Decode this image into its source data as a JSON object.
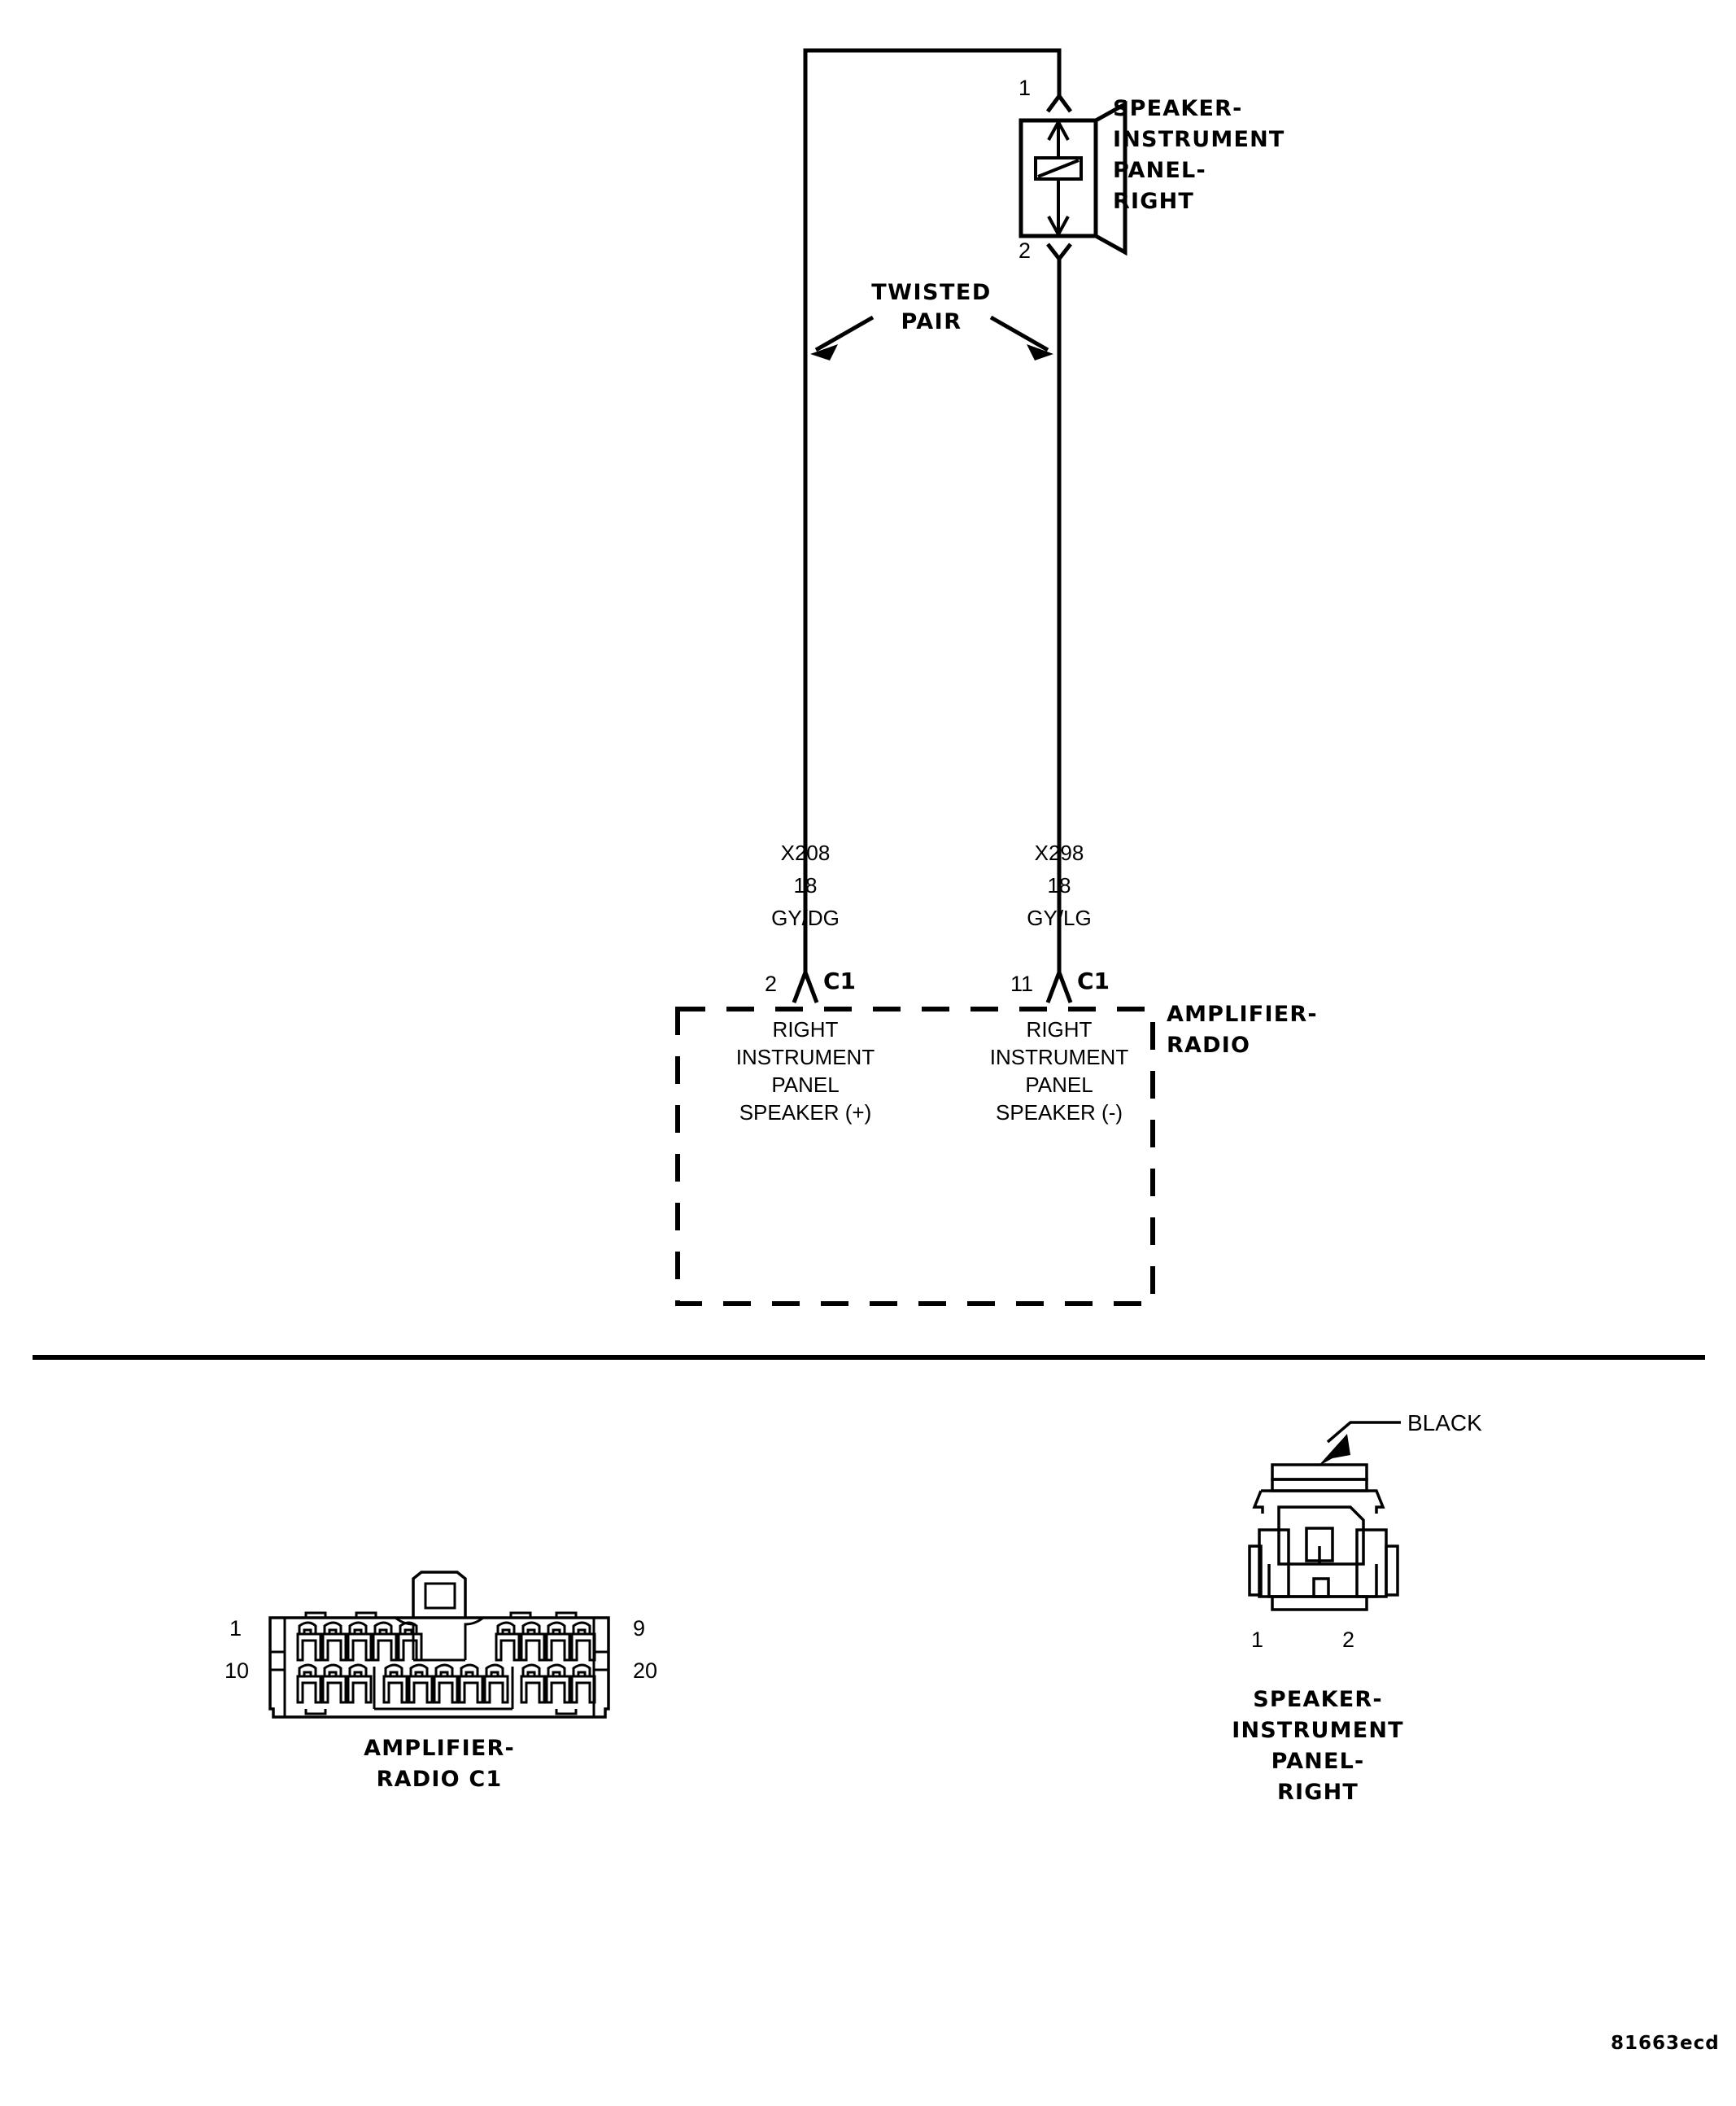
{
  "diagram": {
    "id_code": "81663ecd",
    "title_speaker": "SPEAKER-\nINSTRUMENT\nPANEL-\nRIGHT",
    "twisted_pair_label": "TWISTED\nPAIR",
    "amplifier_label": "AMPLIFIER-\nRADIO"
  },
  "speaker_symbol": {
    "pin_1": "1",
    "pin_2": "2"
  },
  "wires": [
    {
      "circuit": "X208",
      "gauge": "18",
      "color": "GY/DG",
      "connector_pin": "2",
      "connector_name": "C1",
      "function": "RIGHT\nINSTRUMENT\nPANEL\nSPEAKER (+)"
    },
    {
      "circuit": "X298",
      "gauge": "18",
      "color": "GY/LG",
      "connector_pin": "11",
      "connector_name": "C1",
      "function": "RIGHT\nINSTRUMENT\nPANEL\nSPEAKER (-)"
    }
  ],
  "connector_views": {
    "amplifier_radio_c1": {
      "caption": "AMPLIFIER-\nRADIO C1",
      "pin_top_left": "1",
      "pin_top_right": "9",
      "pin_bottom_left": "10",
      "pin_bottom_right": "20",
      "total_pins": 20
    },
    "speaker_ip_right": {
      "caption": "SPEAKER-\nINSTRUMENT\nPANEL-\nRIGHT",
      "color_callout": "BLACK",
      "pin_left": "1",
      "pin_right": "2",
      "total_pins": 2
    }
  },
  "colors": {
    "line": "#000000",
    "background": "#ffffff"
  }
}
